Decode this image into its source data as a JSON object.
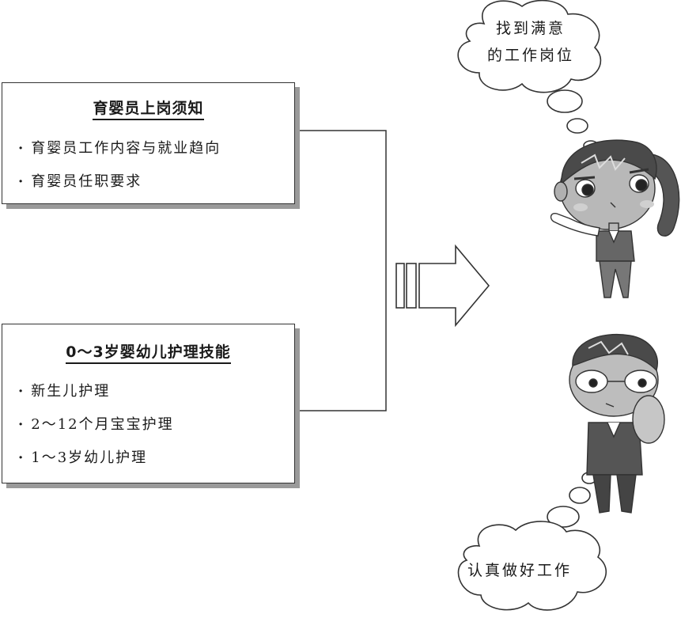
{
  "box1": {
    "title": "育婴员上岗须知",
    "items": [
      "育婴员工作内容与就业趋向",
      "育婴员任职要求"
    ]
  },
  "box2": {
    "title": "0～3岁婴幼儿护理技能",
    "items": [
      "新生儿护理",
      "2～12个月宝宝护理",
      "1～3岁幼儿护理"
    ]
  },
  "thought_top": {
    "line1": "找到满意",
    "line2": "的工作岗位"
  },
  "thought_bottom": {
    "text": "认真做好工作"
  }
}
